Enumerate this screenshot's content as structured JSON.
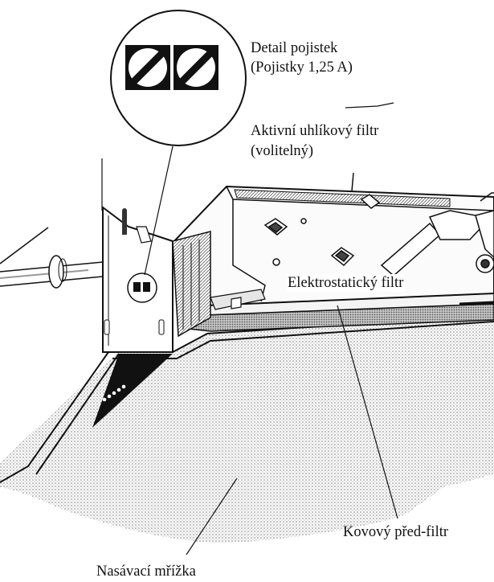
{
  "labels": {
    "fuse_detail_line1": "Detail pojistek",
    "fuse_detail_line2": "(Pojistky 1,25 A)",
    "carbon_filter_line1": "Aktivní uhlíkový filtr",
    "carbon_filter_line2": "(volitelný)",
    "electrostatic_filter": "Elektrostatický filtr",
    "metal_prefilter": "Kovový před-filtr",
    "intake_grille": "Nasávací mřížka"
  }
}
